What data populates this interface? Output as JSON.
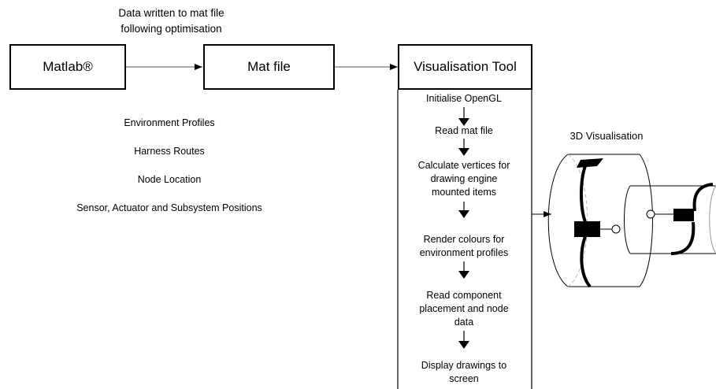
{
  "top_note": "Data written to mat file\nfollowing optimisation",
  "boxes": {
    "matlab": "Matlab®",
    "mat_file": "Mat file",
    "vis_tool": "Visualisation Tool"
  },
  "data_list": [
    "Environment Profiles",
    "Harness Routes",
    "Node Location",
    "Sensor, Actuator and Subsystem Positions"
  ],
  "steps": [
    "Initialise OpenGL",
    "Read mat file",
    "Calculate vertices for\ndrawing engine\nmounted items",
    "Render colours for\nenvironment profiles",
    "Read component\nplacement and node\ndata",
    "Display drawings to\nscreen"
  ],
  "vis_label": "3D Visualisation"
}
